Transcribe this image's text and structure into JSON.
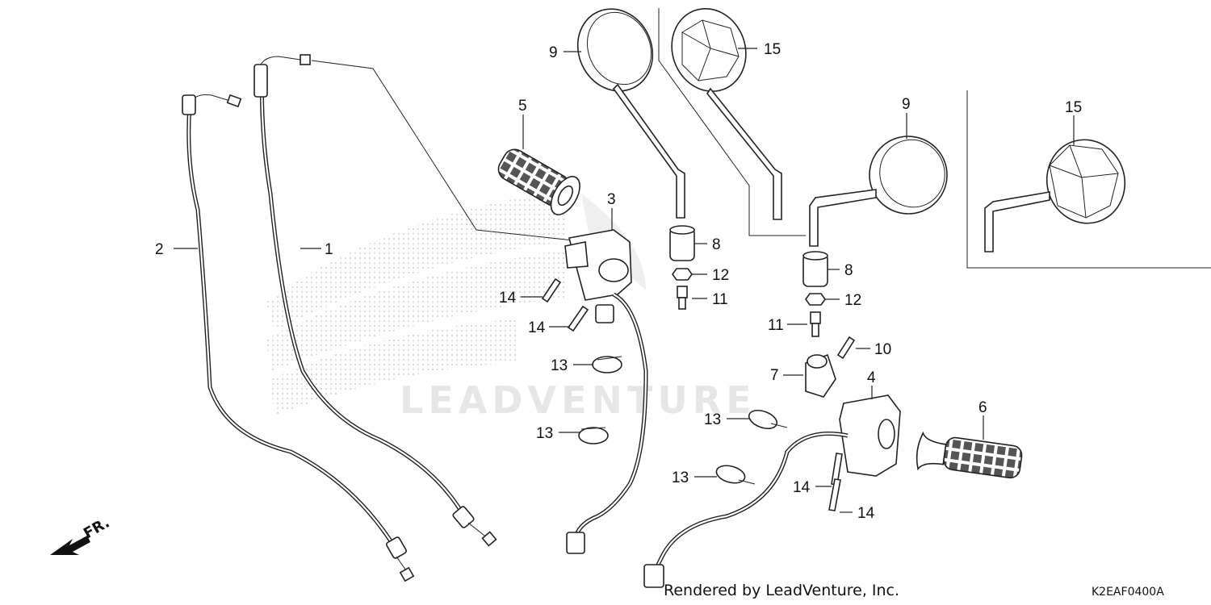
{
  "diagram": {
    "watermark": "LEADVENTURE",
    "footer_text": "Rendered by LeadVenture, Inc.",
    "diagram_code": "K2EAF0400A",
    "direction_label": "FR.",
    "callouts": {
      "c1": "1",
      "c2": "2",
      "c3": "3",
      "c4": "4",
      "c5": "5",
      "c6": "6",
      "c7": "7",
      "c8a": "8",
      "c8b": "8",
      "c9a": "9",
      "c9b": "9",
      "c10": "10",
      "c11a": "11",
      "c11b": "11",
      "c12a": "12",
      "c12b": "12",
      "c13a": "13",
      "c13b": "13",
      "c13c": "13",
      "c13d": "13",
      "c14a": "14",
      "c14b": "14",
      "c14c": "14",
      "c14d": "14",
      "c15a": "15",
      "c15b": "15"
    }
  }
}
